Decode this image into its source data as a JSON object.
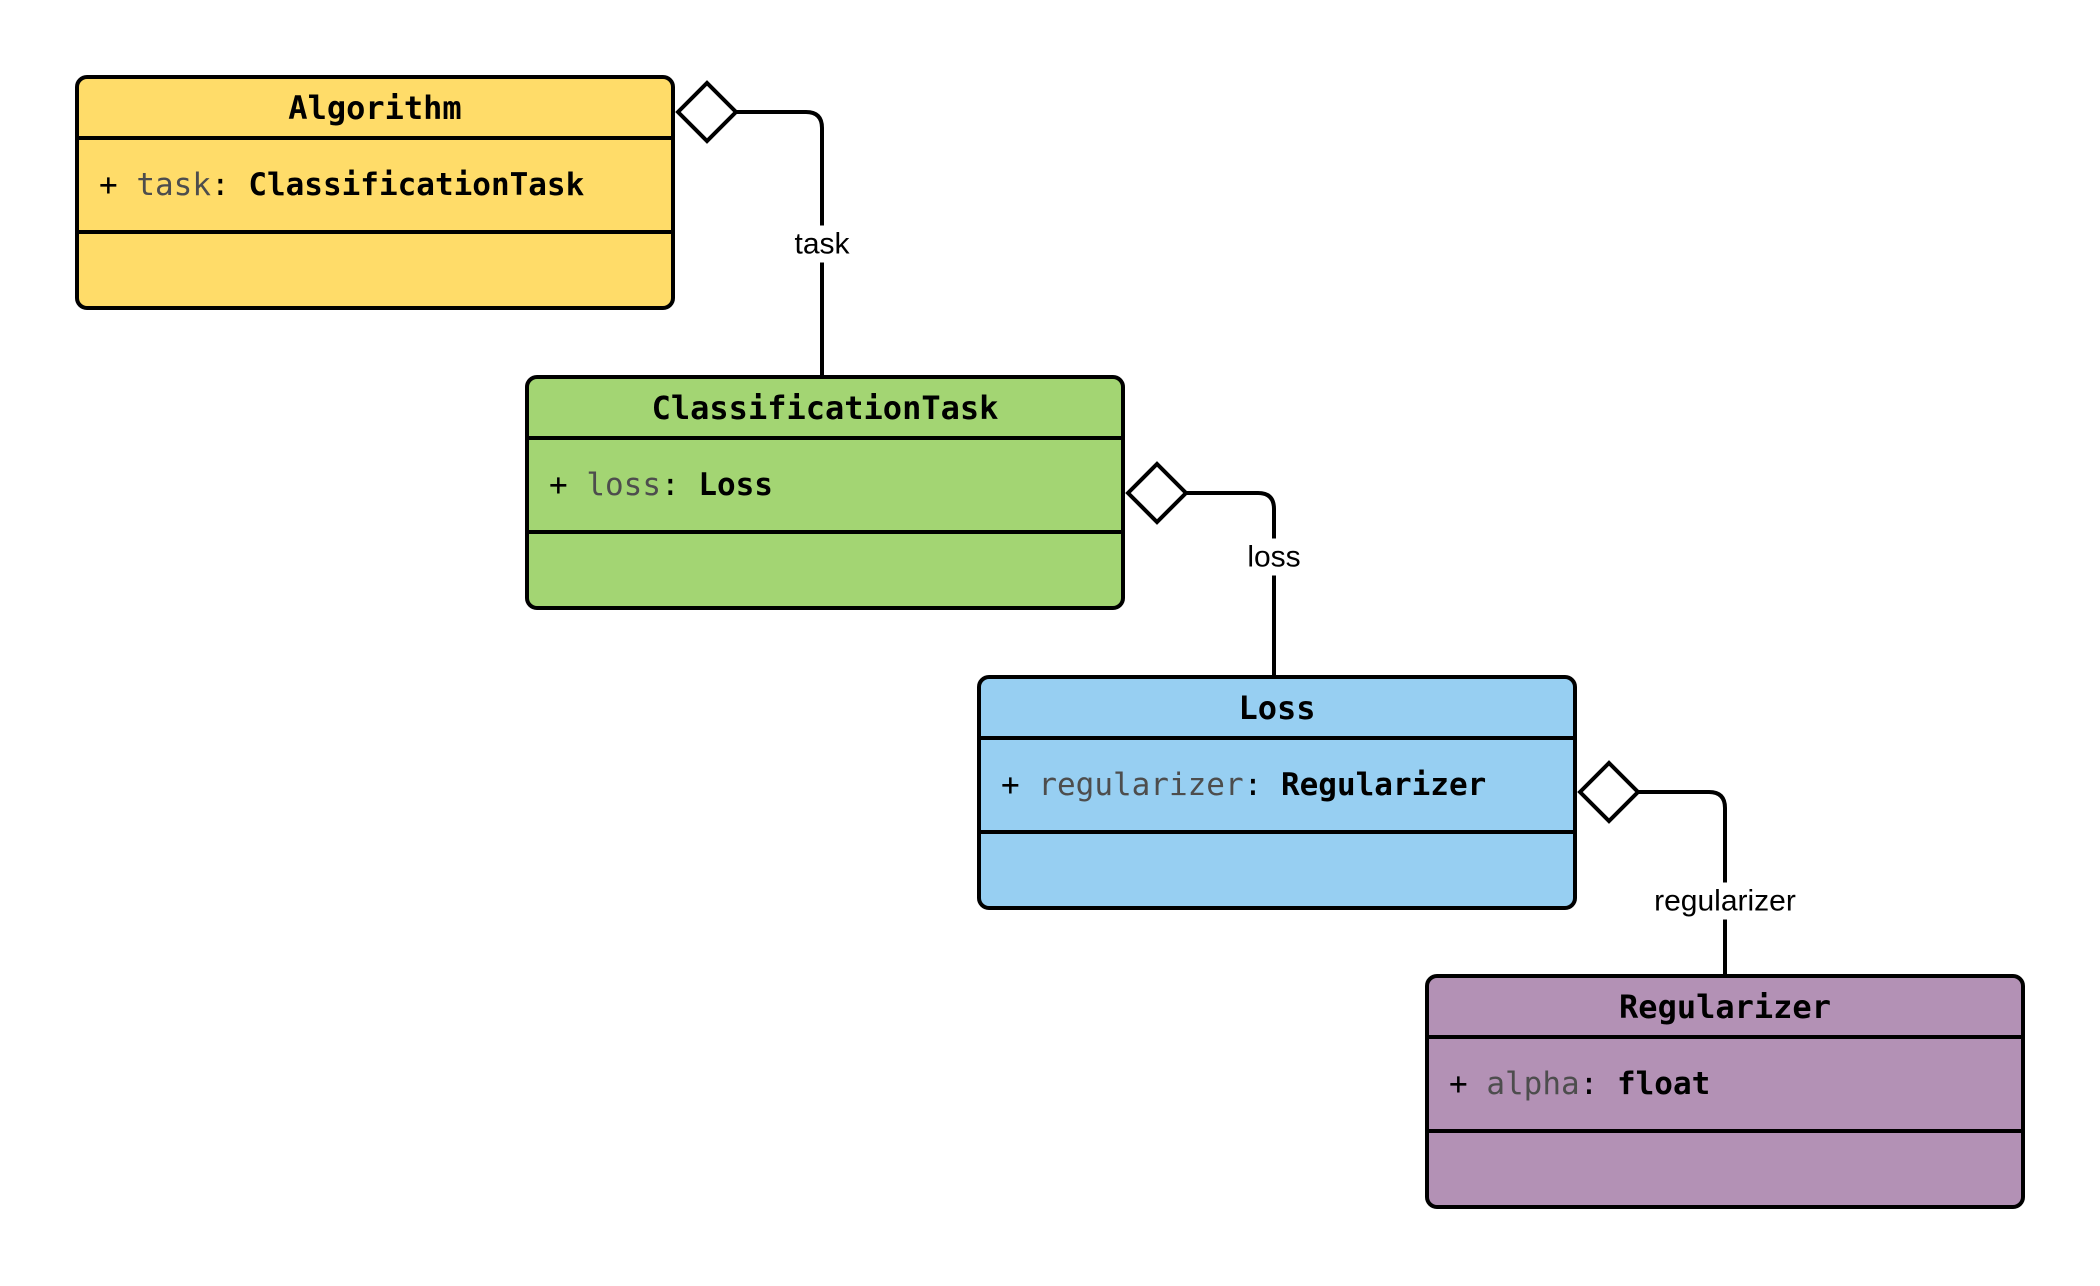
{
  "diagram": {
    "colors": {
      "background": "#ffffff",
      "border": "#000000",
      "attribute_name_text": "#4d4d4d",
      "diamond_fill": "#ffffff",
      "algorithm_fill": "#FFDC69",
      "classification_task_fill": "#A3D573",
      "loss_fill": "#97CFF2",
      "regularizer_fill": "#B391B5"
    },
    "classes": [
      {
        "name": "Algorithm",
        "fill": "#FFDC69",
        "attributes": [
          {
            "visibility": "+",
            "name": "task",
            "separator": ":",
            "type": "ClassificationTask"
          }
        ]
      },
      {
        "name": "ClassificationTask",
        "fill": "#A3D573",
        "attributes": [
          {
            "visibility": "+",
            "name": "loss",
            "separator": ":",
            "type": "Loss"
          }
        ]
      },
      {
        "name": "Loss",
        "fill": "#97CFF2",
        "attributes": [
          {
            "visibility": "+",
            "name": "regularizer",
            "separator": ":",
            "type": "Regularizer"
          }
        ]
      },
      {
        "name": "Regularizer",
        "fill": "#B391B5",
        "attributes": [
          {
            "visibility": "+",
            "name": "alpha",
            "separator": ":",
            "type": "float"
          }
        ]
      }
    ],
    "relations": [
      {
        "label": "task",
        "from": "Algorithm",
        "to": "ClassificationTask",
        "kind": "aggregation"
      },
      {
        "label": "loss",
        "from": "ClassificationTask",
        "to": "Loss",
        "kind": "aggregation"
      },
      {
        "label": "regularizer",
        "from": "Loss",
        "to": "Regularizer",
        "kind": "aggregation"
      }
    ]
  }
}
